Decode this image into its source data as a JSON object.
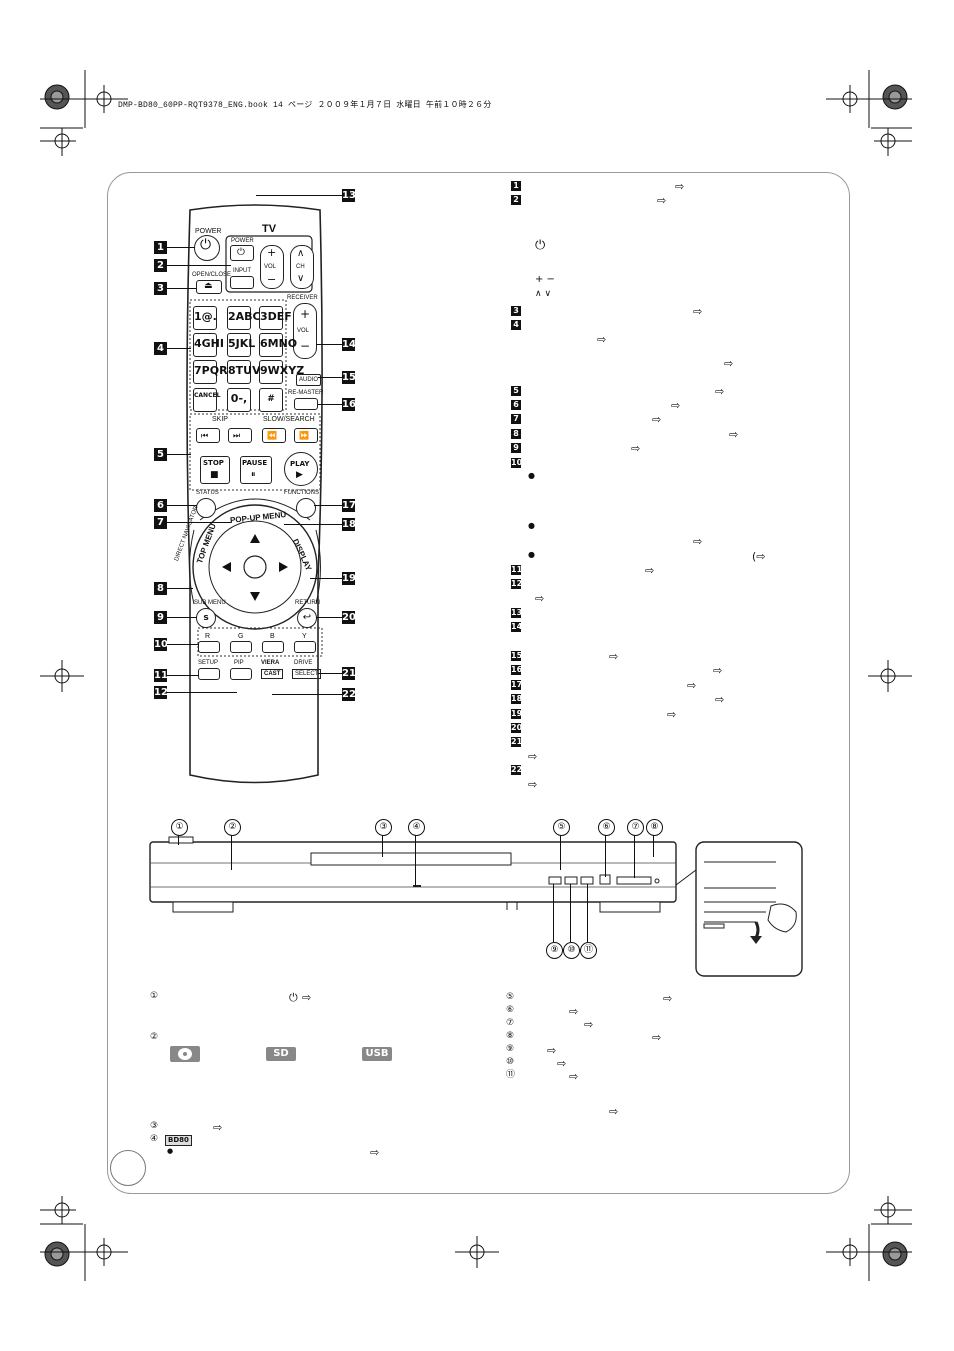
{
  "header": {
    "text": "DMP-BD80_60PP-RQT9378_ENG.book  14 ページ  ２００９年１月７日  水曜日  午前１０時２６分"
  },
  "remote": {
    "power": "POWER",
    "tv": "TV",
    "tv_power": "POWER",
    "input": "INPUT",
    "vol": "VOL",
    "ch": "CH",
    "open_close": "OPEN/CLOSE",
    "receiver": "RECEIVER",
    "keys": [
      "1@.",
      "2ABC",
      "3DEF",
      "4GHI",
      "5JKL",
      "6MNO",
      "7PQRS",
      "8TUV",
      "9WXYZ"
    ],
    "cancel": "CANCEL",
    "zero": "0-,",
    "hash": "#",
    "audio": "AUDIO",
    "re_master": "RE-MASTER",
    "skip": "SKIP",
    "slow_search": "SLOW/SEARCH",
    "stop": "STOP",
    "pause": "PAUSE",
    "play": "PLAY",
    "status": "STATUS",
    "functions": "FUNCTIONS",
    "popup_menu": "POP-UP MENU",
    "direct_navigator": "DIRECT NAVIGATOR",
    "top_menu": "TOP MENU",
    "display": "DISPLAY",
    "sub_menu": "SUB MENU",
    "return": "RETURN",
    "r": "R",
    "g": "G",
    "b": "B",
    "y": "Y",
    "setup": "SETUP",
    "pip": "PIP",
    "viera": "VIERA",
    "cast": "CAST",
    "drive": "DRIVE",
    "select": "SELECT"
  },
  "callouts": [
    "1",
    "2",
    "3",
    "4",
    "5",
    "6",
    "7",
    "8",
    "9",
    "10",
    "11",
    "12",
    "13",
    "14",
    "15",
    "16",
    "17",
    "18",
    "19",
    "20",
    "21",
    "22"
  ],
  "front_markers": [
    "①",
    "②",
    "③",
    "④",
    "⑤",
    "⑥",
    "⑦",
    "⑧",
    "⑨",
    "⑩",
    "⑪"
  ],
  "bottom_left": {
    "m1": "①",
    "m2": "②",
    "m3": "③",
    "m4": "④",
    "bd80": "BD80",
    "sd": "SD",
    "usb": "USB"
  },
  "page_number": ""
}
